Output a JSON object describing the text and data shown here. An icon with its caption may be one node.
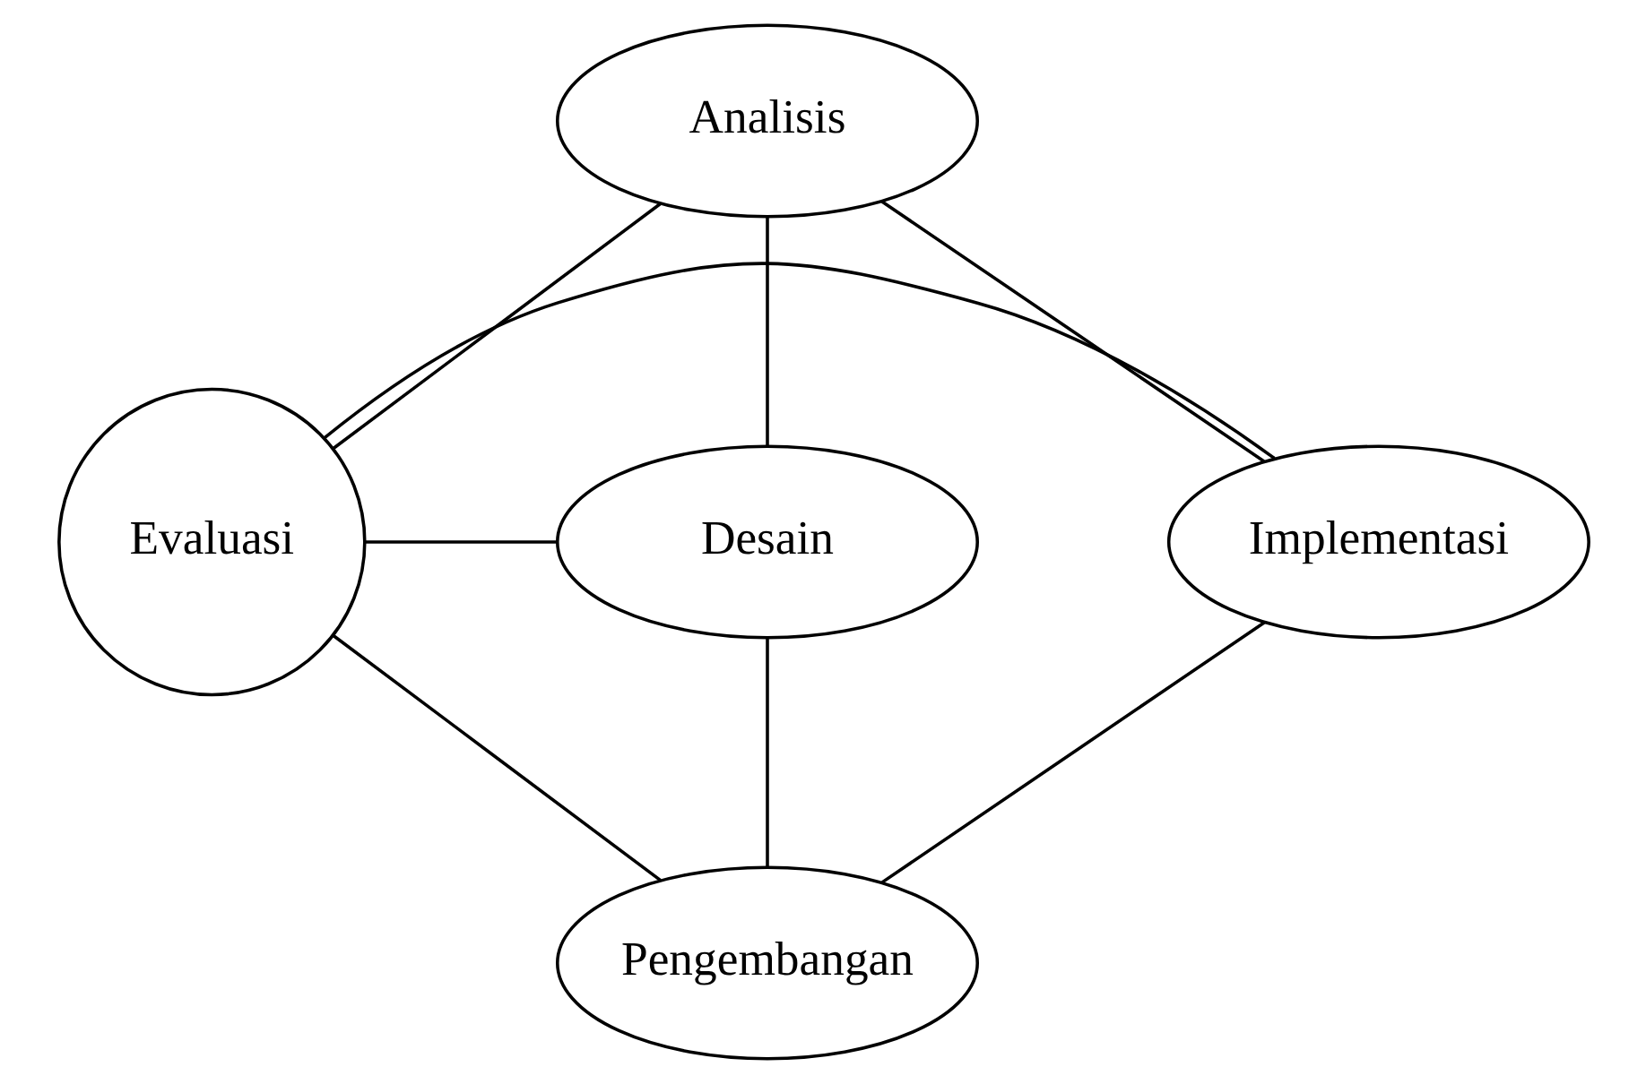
{
  "diagram": {
    "nodes": [
      {
        "text": [
          "Analisis"
        ]
      },
      {
        "text": [
          "Implementasi"
        ]
      },
      {
        "text": [
          "Evaluasi"
        ]
      },
      {
        "text": [
          "Desain"
        ]
      },
      {
        "text": [
          "Pengembangan"
        ]
      }
    ],
    "edges": [
      {
        "from": 0,
        "to": 3,
        "arrow": "none"
      },
      {
        "from": 3,
        "to": 4,
        "arrow": "none"
      },
      {
        "from": 4,
        "to": 1,
        "arrow": "none"
      },
      {
        "from": 1,
        "to": 0,
        "arrow": "none"
      },
      {
        "from": 2,
        "to": 0,
        "arrow": "none"
      },
      {
        "from": 2,
        "to": 3,
        "arrow": "none"
      },
      {
        "from": 2,
        "to": 4,
        "arrow": "none"
      },
      {
        "from": 2,
        "to": 1,
        "arrow": "none"
      }
    ]
  }
}
